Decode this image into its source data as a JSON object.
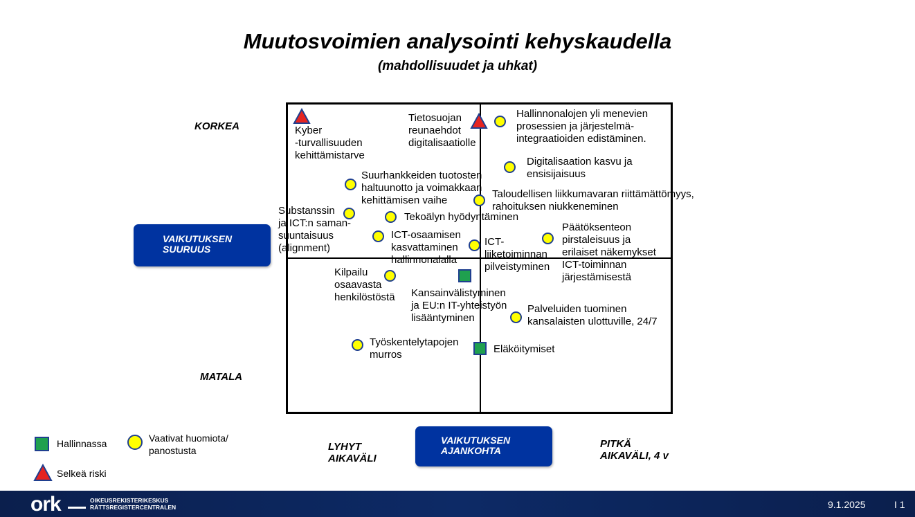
{
  "title": "Muutosvoimien analysointi kehyskaudella",
  "subtitle": "(mahdollisuudet ja uhkat)",
  "axes": {
    "high": "KORKEA",
    "low": "MATALA",
    "impact_size_line1": "VAIKUTUKSEN",
    "impact_size_line2": "SUURUUS",
    "impact_timing_line1": "VAIKUTUKSEN",
    "impact_timing_line2": "AJANKOHTA",
    "short_line1": "LYHYT",
    "short_line2": "AIKAVÄLI",
    "long_line1": "PITKÄ",
    "long_line2": "AIKAVÄLI, 4 v"
  },
  "colors": {
    "navy": "#0033a0",
    "dot": "#ffff00",
    "square": "#1fa04f",
    "triangle": "#e52421"
  },
  "items": {
    "kyber": "Kyber\n-turvallisuuden\nkehittämistarve",
    "tietosuoja": "Tietosuojan\nreunaehdot\ndigitalisaatiolle",
    "hallinnonalat": "Hallinnonalojen yli menevien\nprosessien ja järjestelmä-\nintegraatioiden edistäminen.",
    "digitalisaatio": "Digitalisaation kasvu ja\nensisijaisuus",
    "suurhankkeet": "Suurhankkeiden tuotosten\nhaltuunotto ja voimakkaan\nkehittämisen vaihe",
    "taloudellinen": "Taloudellisen liikkumavaran riittämättömyys,\nrahoituksen niukkeneminen",
    "substanssi": "Substanssin\nja ICT:n saman-\nsuuntaisuus\n(alignment)",
    "tekoaly": "Tekoälyn hyödyntäminen",
    "ict_osaaminen": "ICT-osaamisen\nkasvattaminen\nhallinnonalalla",
    "ict_liiketoiminta": "ICT-\nliiketoiminnan\npilveistyminen",
    "paatoksenteko": "Päätöksenteon\npirstaleisuus ja\nerilaiset näkemykset\nICT-toiminnan\njärjestämisestä",
    "kilpailu": "Kilpailu\nosaavasta\nhenkilöstöstä",
    "kansainvalistyminen": "Kansainvälistyminen\nja EU:n IT-yhteistyön\nlisääntyminen",
    "palvelut": "Palveluiden tuominen\nkansalaisten ulottuville, 24/7",
    "tyoskentely": "Työskentelytapojen\nmurros",
    "elakoityminen": "Eläköitymiset"
  },
  "legend": {
    "in_control": "Hallinnassa",
    "needs_attention": "Vaativat huomiota/\npanostusta",
    "clear_risk": "Selkeä riski"
  },
  "footer": {
    "logo": "ork",
    "org_line1": "OIKEUSREKISTERIKESKUS",
    "org_line2": "RÄTTSREGISTERCENTRALEN",
    "date": "9.1.2025",
    "page": "I 1"
  }
}
